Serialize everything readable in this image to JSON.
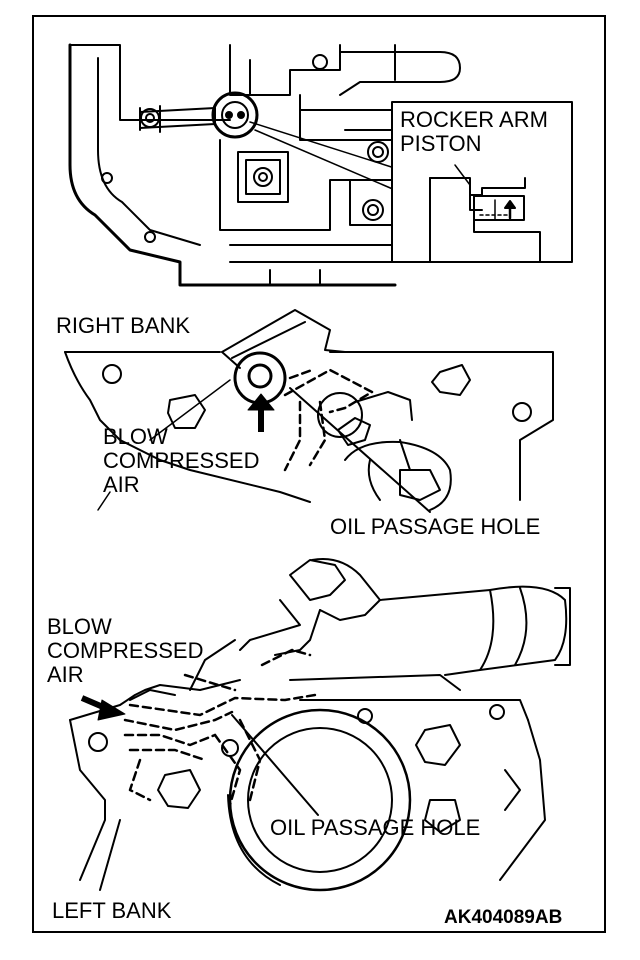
{
  "labels": {
    "rocker_arm": "ROCKER ARM",
    "piston": "PISTON",
    "right_bank": "RIGHT BANK",
    "blow_1": "BLOW",
    "compressed_1": "COMPRESSED",
    "air_1": "AIR",
    "oil_passage_1": "OIL PASSAGE HOLE",
    "blow_2": "BLOW",
    "compressed_2": "COMPRESSED",
    "air_2": "AIR",
    "oil_passage_2": "OIL PASSAGE HOLE",
    "left_bank": "LEFT BANK",
    "figure_code": "AK404089AB"
  }
}
